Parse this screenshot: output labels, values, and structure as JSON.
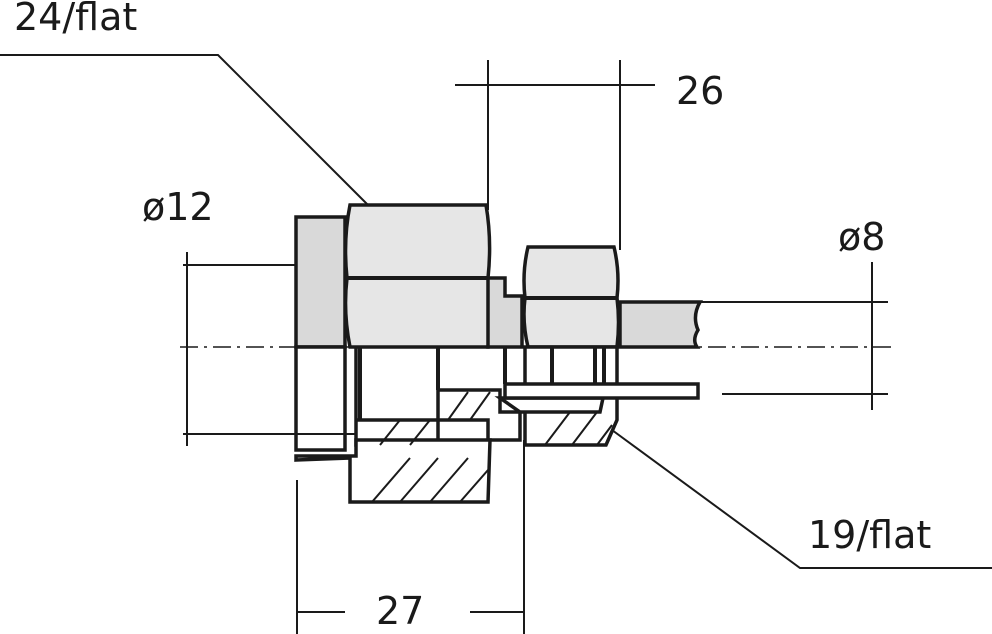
{
  "labels": {
    "hex_large": "24/flat",
    "hex_small": "19/flat",
    "dim_top": "26",
    "dim_bottom": "27",
    "dia_left": "ø12",
    "dia_right": "ø8"
  }
}
